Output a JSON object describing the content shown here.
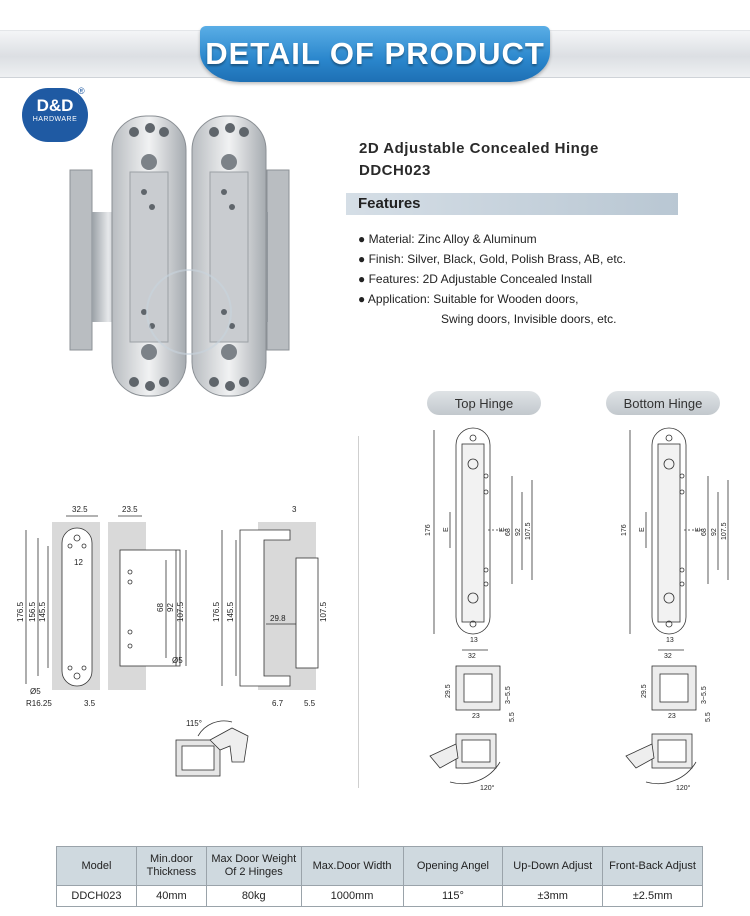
{
  "banner": {
    "title": "DETAIL OF PRODUCT"
  },
  "logo": {
    "brand": "D&D",
    "sub": "HARDWARE",
    "reg": "®"
  },
  "product": {
    "name": "2D Adjustable Concealed Hinge",
    "model": "DDCH023"
  },
  "features": {
    "heading": "Features",
    "items": [
      "● Material: Zinc Alloy & Aluminum",
      "● Finish: Silver, Black, Gold, Polish Brass, AB, etc.",
      "● Features: 2D Adjustable Concealed Install",
      "● Application: Suitable for Wooden doors,"
    ],
    "continuation": "Swing doors, Invisible doors, etc."
  },
  "labels": {
    "top_hinge": "Top Hinge",
    "bottom_hinge": "Bottom Hinge"
  },
  "dimensions": {
    "w32_5": "32.5",
    "w23_5": "23.5",
    "t3": "3",
    "d12": "12",
    "h176_5": "176.5",
    "h156_5": "156.5",
    "h145_5": "145.5",
    "h68": "68",
    "h92": "92",
    "h107_5": "107.5",
    "d29_8": "29.8",
    "phi5": "Ø5",
    "r16_25": "R16.25",
    "d3_5": "3.5",
    "d6_7": "6.7",
    "d5_5": "5.5",
    "angle115": "115°",
    "h176": "176",
    "e": "E",
    "w13": "13",
    "w32": "32",
    "d29_5": "29.5",
    "d3_55": "3~5.5",
    "w23": "23",
    "angle120": "120°"
  },
  "table": {
    "headers": [
      "Model",
      "Min.door Thickness",
      "Max Door Weight Of 2 Hinges",
      "Max.Door Width",
      "Opening Angel",
      "Up-Down Adjust",
      "Front-Back Adjust"
    ],
    "rows": [
      [
        "DDCH023",
        "40mm",
        "80kg",
        "1000mm",
        "115°",
        "±3mm",
        "±2.5mm"
      ]
    ]
  },
  "colors": {
    "banner_blue": "#2a86cc",
    "logo_blue": "#1f5aa3",
    "table_header": "#cfd9df"
  }
}
